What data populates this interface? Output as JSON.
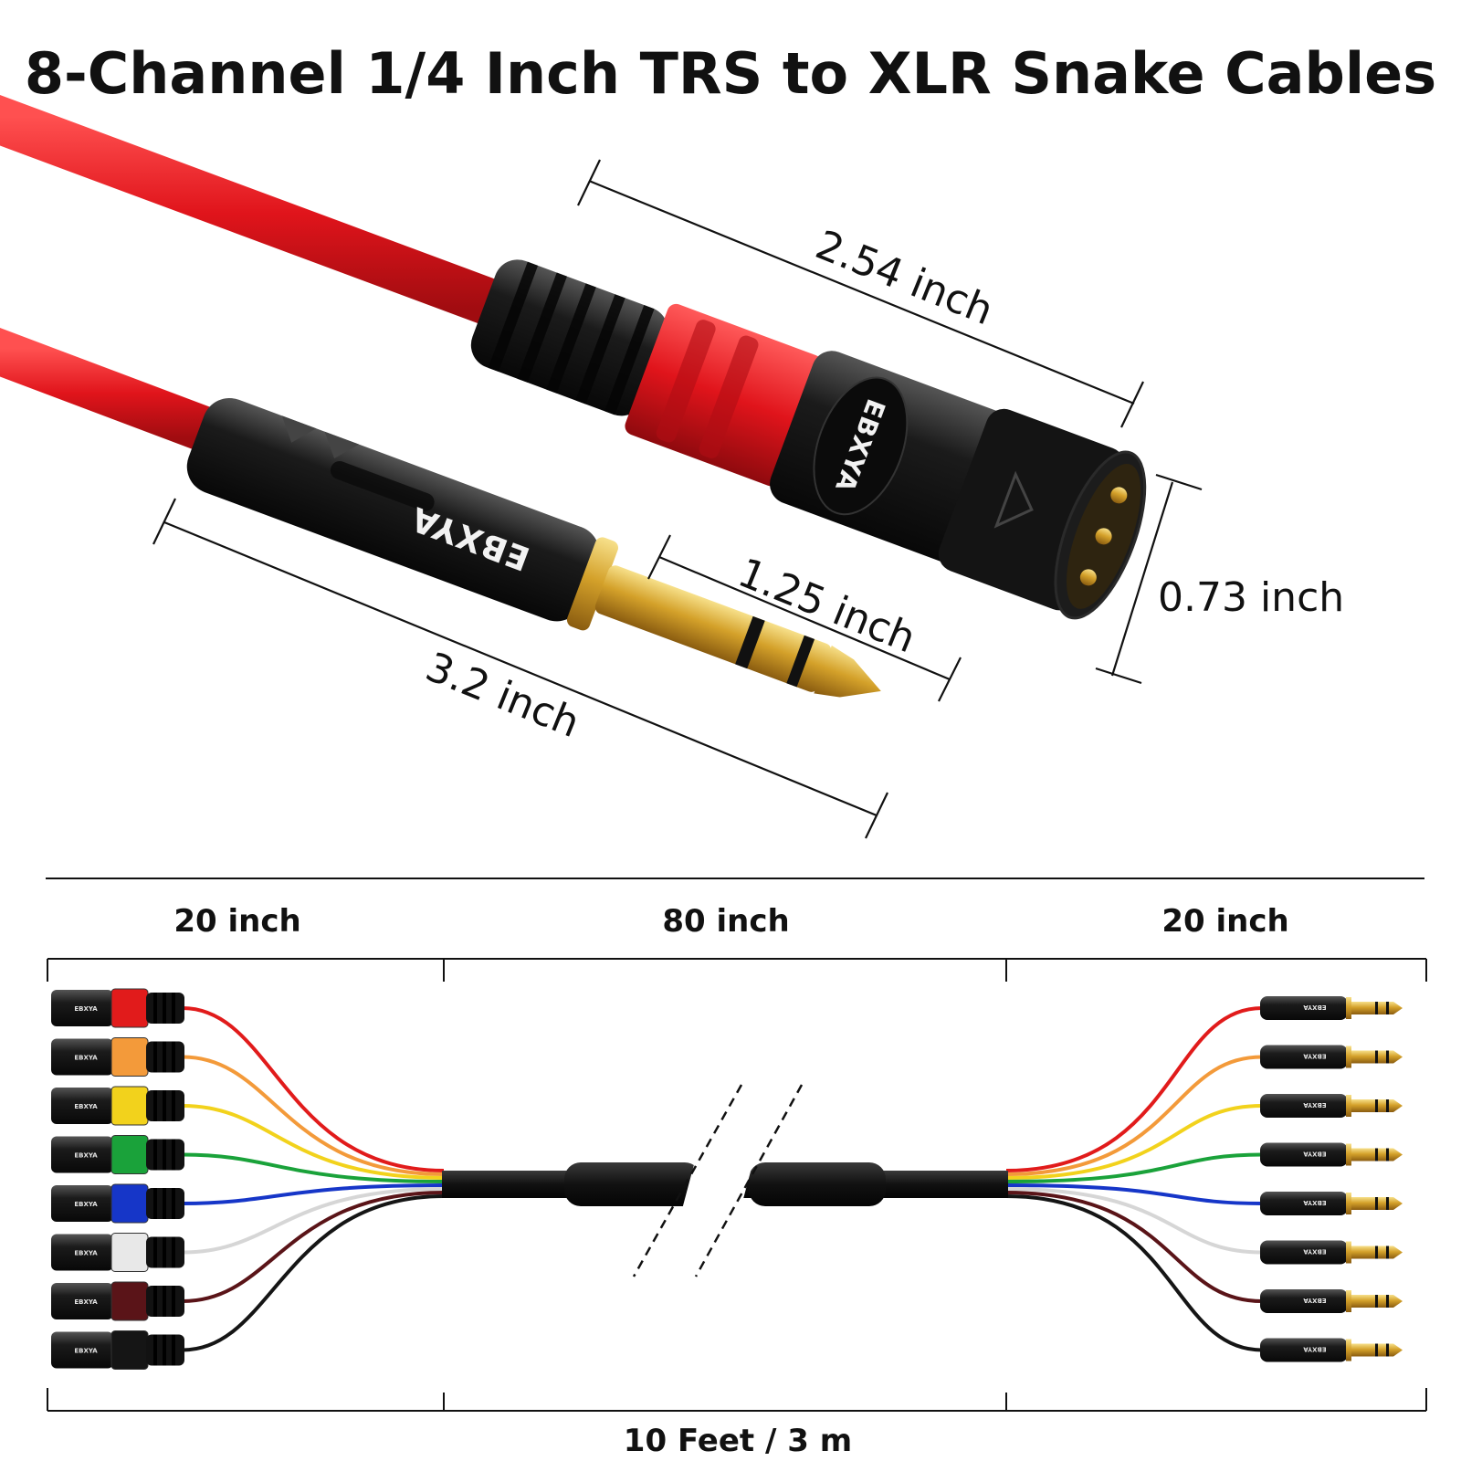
{
  "title": "8-Channel 1/4 Inch TRS to XLR Snake Cables",
  "brand": "EBXYA",
  "dimensions": {
    "xlr_length": "2.54 inch",
    "xlr_diameter": "0.73 inch",
    "trs_length": "3.2 inch",
    "plug_length": "1.25 inch"
  },
  "segments": {
    "left": "20 inch",
    "middle": "80 inch",
    "right": "20 inch",
    "total": "10 Feet / 3 m"
  },
  "channel_colors": [
    "#e11b1b",
    "#f39a3a",
    "#f2d21c",
    "#1aa23a",
    "#1636c8",
    "#e8e8e8",
    "#5a1418",
    "#151515"
  ],
  "colors": {
    "cable_red": "#e0141b",
    "gold": "#d4a12a",
    "connector_black": "#1b1b1b"
  }
}
